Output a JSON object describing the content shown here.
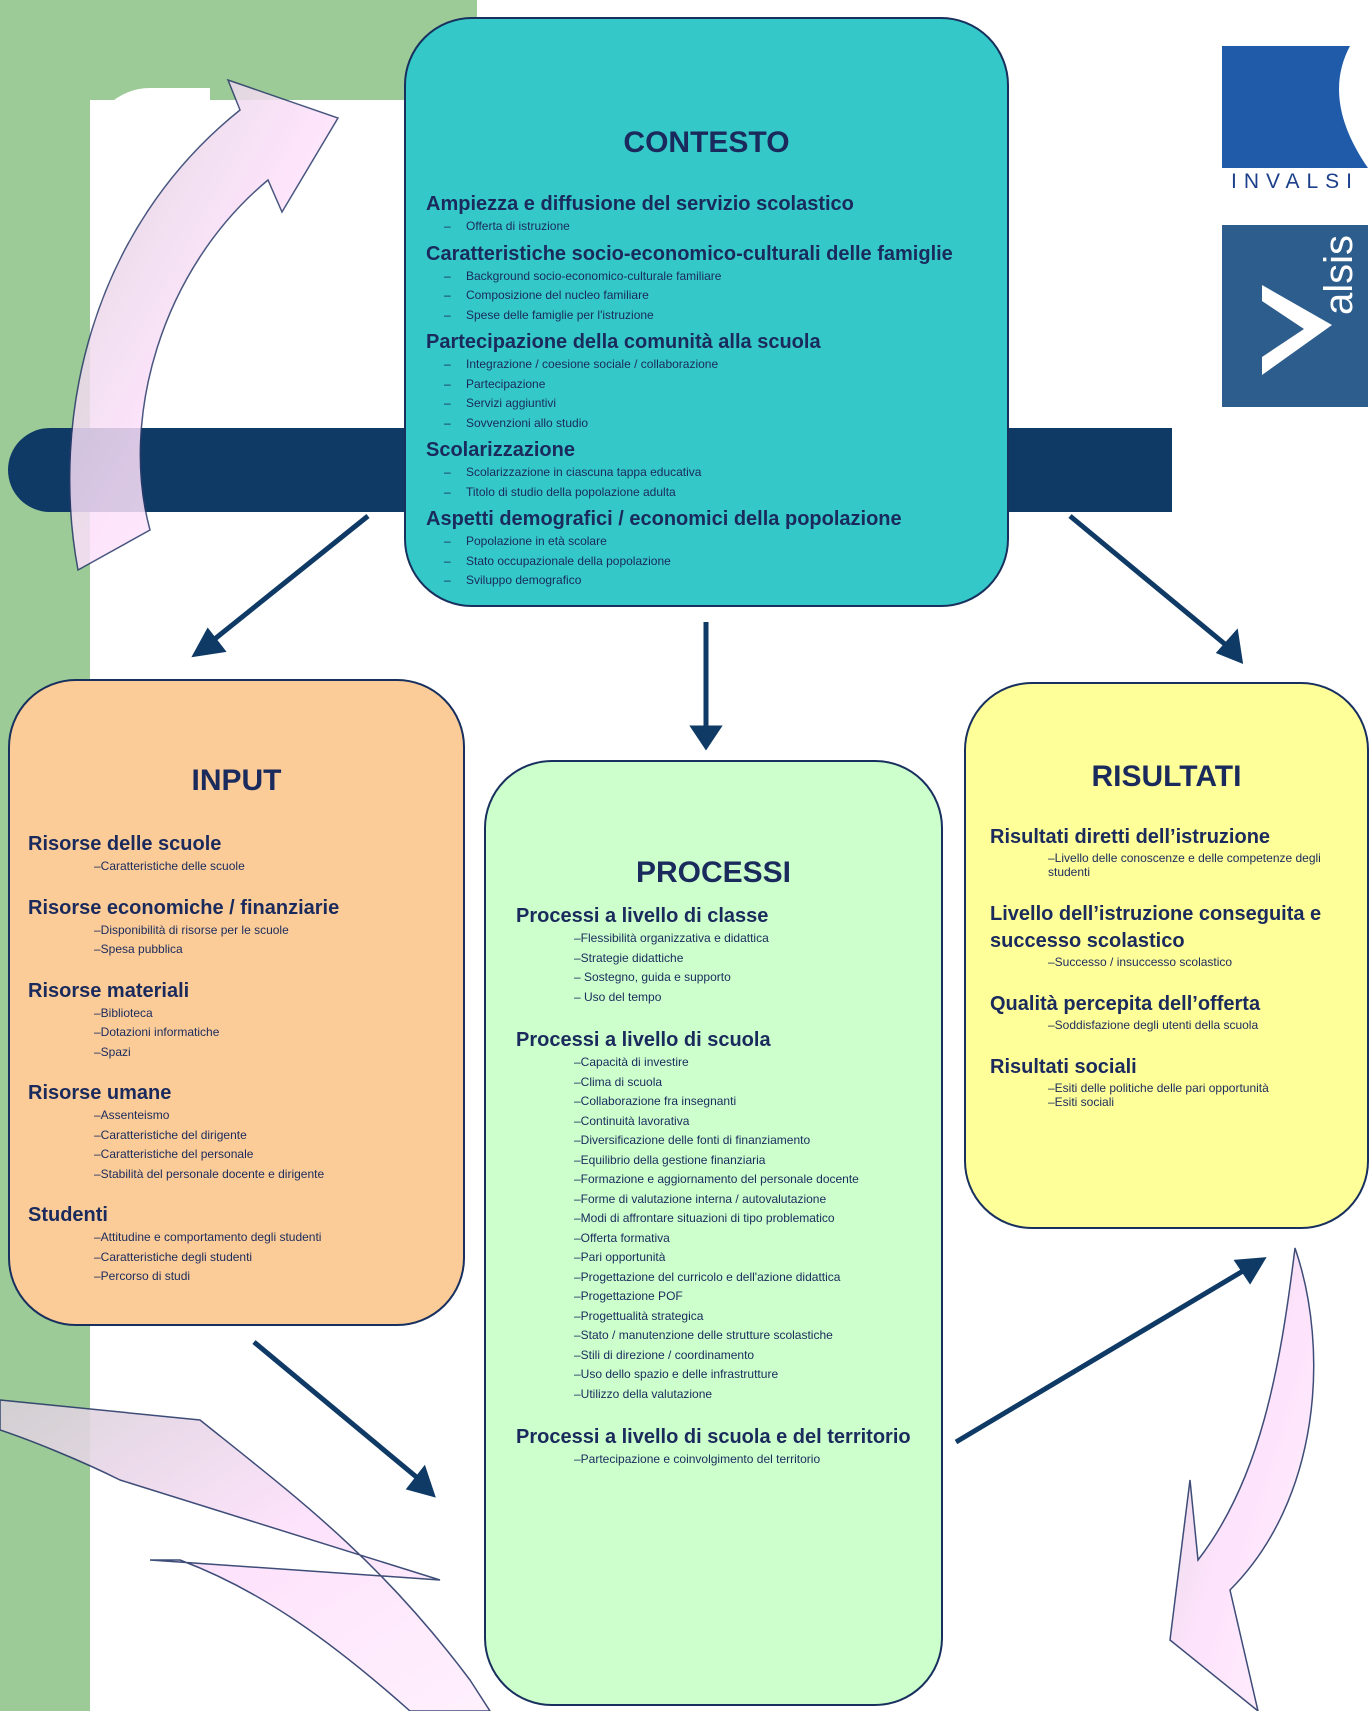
{
  "contesto": {
    "title": "CONTESTO",
    "sections": [
      {
        "heading": "Ampiezza e diffusione del servizio scolastico",
        "items": [
          "Offerta di istruzione"
        ]
      },
      {
        "heading": "Caratteristiche socio-economico-culturali delle famiglie",
        "items": [
          "Background socio-economico-culturale familiare",
          "Composizione del nucleo familiare",
          "Spese delle famiglie per l'istruzione"
        ]
      },
      {
        "heading": "Partecipazione della comunità alla scuola",
        "items": [
          "Integrazione / coesione sociale / collaborazione",
          "Partecipazione",
          "Servizi aggiuntivi",
          "Sovvenzioni allo studio"
        ]
      },
      {
        "heading": "Scolarizzazione",
        "items": [
          "Scolarizzazione in ciascuna tappa educativa",
          "Titolo di studio della popolazione adulta"
        ]
      },
      {
        "heading": "Aspetti demografici / economici della popolazione",
        "items": [
          "Popolazione in età scolare",
          "Stato occupazionale della popolazione",
          "Sviluppo demografico"
        ]
      }
    ]
  },
  "input": {
    "title": "INPUT",
    "sections": [
      {
        "heading": "Risorse delle scuole",
        "items": [
          "–Caratteristiche delle scuole"
        ]
      },
      {
        "heading": "Risorse economiche / finanziarie",
        "items": [
          "–Disponibilità di risorse per le scuole",
          "–Spesa pubblica"
        ]
      },
      {
        "heading": "Risorse materiali",
        "items": [
          "–Biblioteca",
          "–Dotazioni informatiche",
          "–Spazi"
        ]
      },
      {
        "heading": "Risorse umane",
        "items": [
          "–Assenteismo",
          "–Caratteristiche del dirigente",
          "–Caratteristiche del personale",
          "–Stabilità del personale docente e dirigente"
        ]
      },
      {
        "heading": "Studenti",
        "items": [
          "–Attitudine e comportamento degli studenti",
          "–Caratteristiche degli studenti",
          "–Percorso di studi"
        ]
      }
    ]
  },
  "processi": {
    "title": "PROCESSI",
    "sections": [
      {
        "heading": "Processi a livello di classe",
        "items": [
          "–Flessibilità organizzativa e didattica",
          "–Strategie didattiche",
          "– Sostegno, guida e supporto",
          "– Uso del tempo"
        ]
      },
      {
        "heading": "Processi a livello di scuola",
        "items": [
          "–Capacità di investire",
          "–Clima di scuola",
          "–Collaborazione fra insegnanti",
          "–Continuità lavorativa",
          "–Diversificazione delle fonti di finanziamento",
          "–Equilibrio della gestione finanziaria",
          "–Formazione e aggiornamento del personale docente",
          "–Forme di valutazione interna / autovalutazione",
          "–Modi di affrontare situazioni di tipo problematico",
          "–Offerta formativa",
          "–Pari opportunità",
          "–Progettazione del curricolo e dell'azione didattica",
          "–Progettazione POF",
          "–Progettualità strategica",
          "–Stato / manutenzione delle strutture scolastiche",
          "–Stili di direzione / coordinamento",
          "–Uso dello spazio e delle infrastrutture",
          "–Utilizzo della valutazione"
        ]
      },
      {
        "heading": "Processi a livello di scuola e del territorio",
        "items": [
          "–Partecipazione e coinvolgimento del territorio"
        ]
      }
    ]
  },
  "risultati": {
    "title": "RISULTATI",
    "sections": [
      {
        "heading": "Risultati diretti dell’istruzione",
        "items": [
          "–Livello delle conoscenze e delle competenze degli studenti"
        ]
      },
      {
        "heading": "Livello dell’istruzione conseguita e successo scolastico",
        "items": [
          "–Successo / insuccesso scolastico"
        ]
      },
      {
        "heading": "Qualità percepita dell’offerta",
        "items": [
          "–Soddisfazione degli utenti della scuola"
        ]
      },
      {
        "heading": "Risultati sociali",
        "items": [
          "–Esiti delle politiche delle pari opportunità",
          "–Esiti sociali"
        ]
      }
    ]
  },
  "logos": {
    "invalsi": "INVALSI",
    "valsis": "alsis"
  },
  "colors": {
    "navy": "#0f3a66",
    "teal": "#34c8c8",
    "peach": "#fccc98",
    "mint": "#ccffcc",
    "yellow": "#ffff99",
    "pink": "#fde0fb",
    "green": "#9ccb97"
  }
}
